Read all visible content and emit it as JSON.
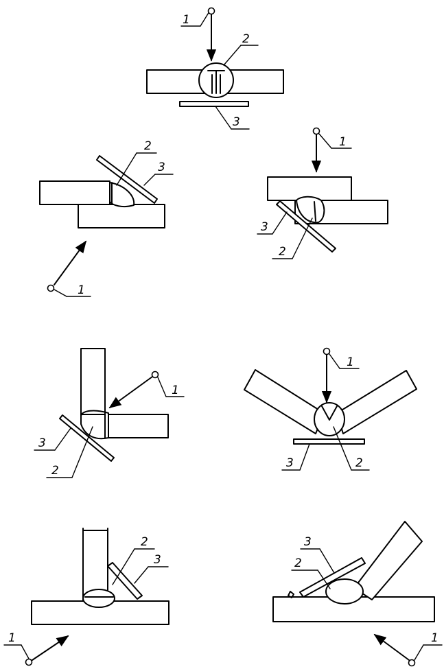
{
  "labels": {
    "torch": "1",
    "weld": "2",
    "backing": "3"
  },
  "colors": {
    "line": "#000000",
    "background": "#ffffff"
  }
}
